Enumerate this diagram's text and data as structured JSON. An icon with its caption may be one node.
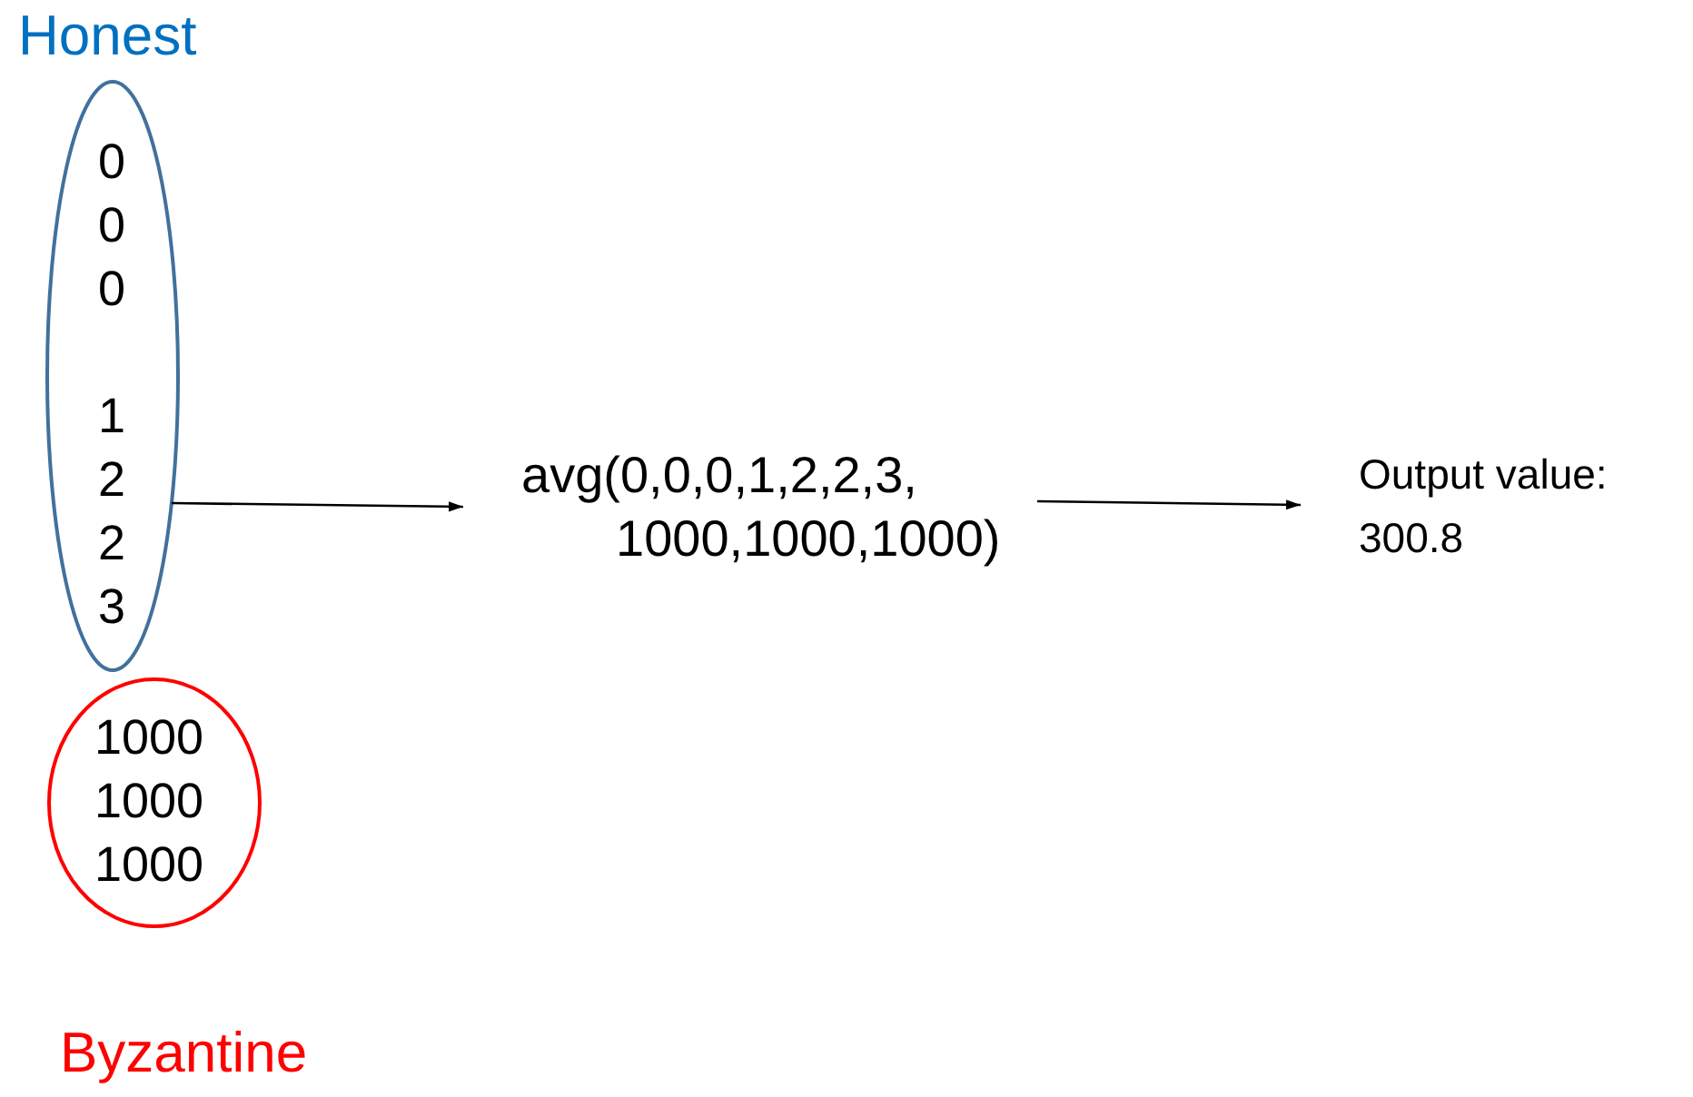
{
  "diagram": {
    "nodes": [
      {
        "text": [
          "Honest",
          "0 0 0",
          "1 2 2 3"
        ]
      },
      {
        "text": [
          "1000 1000 1000",
          "Byzantine"
        ]
      },
      {
        "text": [
          "avg(0,0,0,1,2,2,3, 1000,1000,1000)"
        ]
      },
      {
        "text": [
          "Output value: 300.8"
        ]
      }
    ],
    "edges": [
      {
        "from": 0,
        "to": 2,
        "arrow": "to"
      },
      {
        "from": 2,
        "to": 3,
        "arrow": "to"
      }
    ]
  }
}
